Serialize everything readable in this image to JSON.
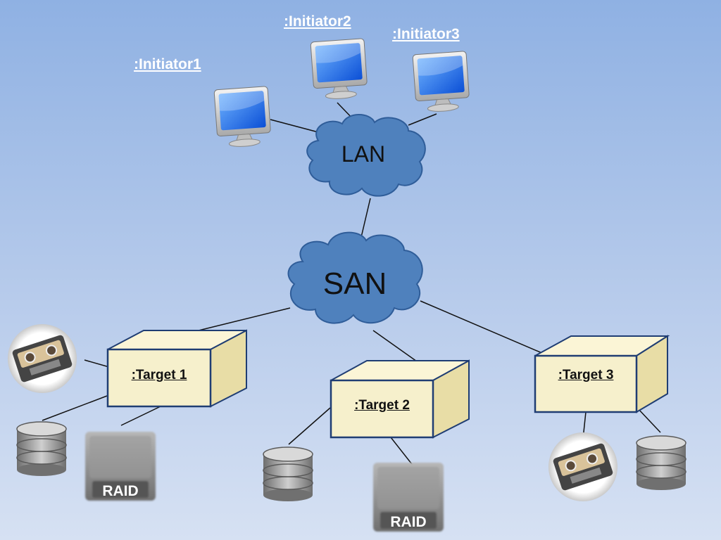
{
  "initiators": [
    {
      "label": ":Initiator1",
      "icon": "monitor-icon"
    },
    {
      "label": ":Initiator2",
      "icon": "monitor-icon"
    },
    {
      "label": ":Initiator3",
      "icon": "monitor-icon"
    }
  ],
  "networks": {
    "lan": "LAN",
    "san": "SAN"
  },
  "targets": [
    {
      "label": ":Target 1"
    },
    {
      "label": ":Target 2"
    },
    {
      "label": ":Target 3"
    }
  ],
  "devices": {
    "raid_label": "RAID",
    "tape_icon": "tape-cassette-icon",
    "disk_icon": "disk-stack-icon",
    "raid_icon": "raid-drive-icon"
  },
  "colors": {
    "cloud": "#4f81bd",
    "target_box": "#f6f0cc",
    "target_border": "#1f3d73",
    "label": "#ffffff"
  }
}
